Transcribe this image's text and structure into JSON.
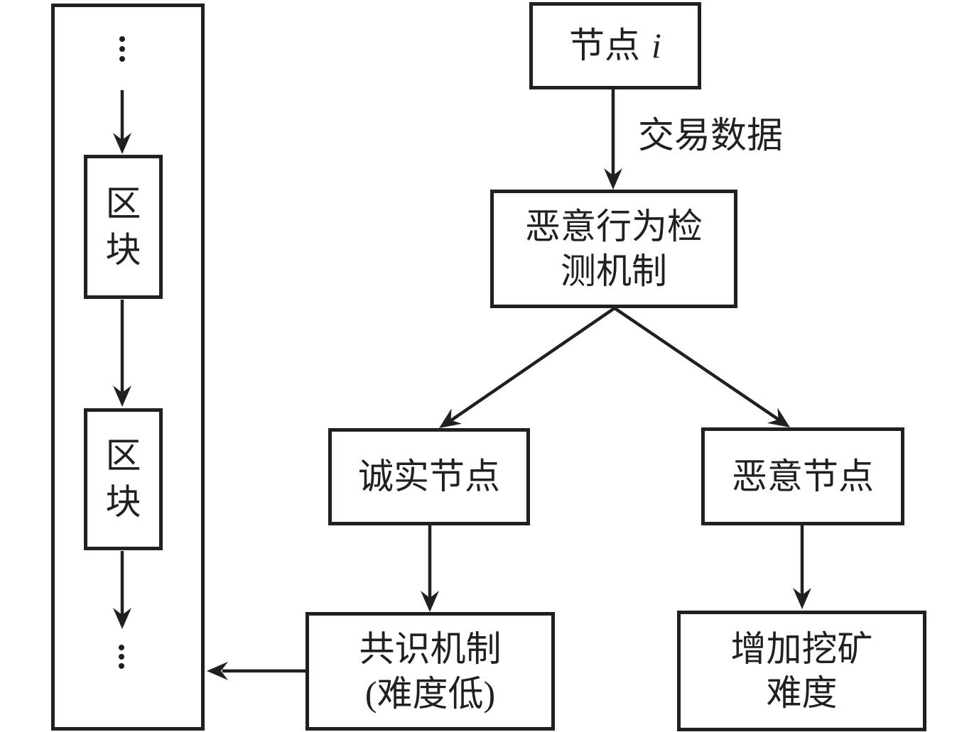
{
  "chain": {
    "block_top": {
      "line1": "区",
      "line2": "块"
    },
    "block_bottom": {
      "line1": "区",
      "line2": "块"
    }
  },
  "flow": {
    "node_i": {
      "label": "节点",
      "variable": "i"
    },
    "transaction_label": "交易数据",
    "detection": {
      "line1": "恶意行为检",
      "line2": "测机制"
    },
    "honest": {
      "label": "诚实节点"
    },
    "malicious": {
      "label": "恶意节点"
    },
    "consensus": {
      "line1": "共识机制",
      "line2": "(难度低)"
    },
    "mining": {
      "line1": "增加挖矿",
      "line2": "难度"
    }
  },
  "icons": {
    "ellipsis_top": {
      "name": "vertical-ellipsis",
      "glyph": "⋮"
    },
    "ellipsis_bottom": {
      "name": "vertical-ellipsis",
      "glyph": "⋮"
    }
  },
  "colors": {
    "ink": "#231f20",
    "background": "#ffffff"
  }
}
